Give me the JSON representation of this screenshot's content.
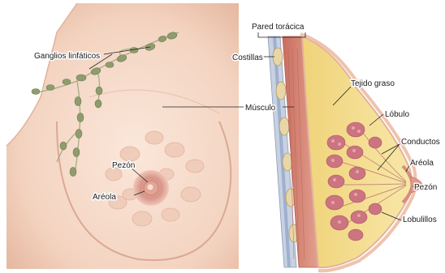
{
  "labels": {
    "ganglios": "Ganglios linfáticos",
    "pezon_left": "Pezón",
    "areola_left": "Aréola",
    "pared": "Pared torácica",
    "costillas": "Costillas",
    "musculo": "Músculo",
    "tejido": "Tejido graso",
    "lobulo": "Lóbulo",
    "conductos": "Conductos",
    "areola_right": "Aréola",
    "pezon_right": "Pezón",
    "lobulillos": "Lobulillos"
  },
  "colors": {
    "skin": "#f6dccb",
    "skin_shadow": "#e9bfa7",
    "lymph_node": "#8a9a6a",
    "muscle": "#d98a78",
    "fat": "#f3dc86",
    "lobules": "#c7707a",
    "chest_wall": "#c9d3e0"
  }
}
